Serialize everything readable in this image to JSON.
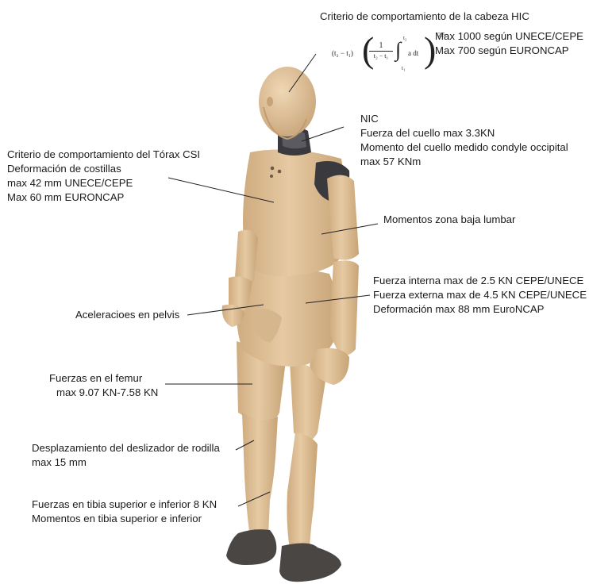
{
  "colors": {
    "skin": "#e2c49d",
    "skin_shadow": "#c9a57a",
    "skin_light": "#ecd4b2",
    "joint_dark": "#3a3a3e",
    "shoe": "#4a4644",
    "line": "#222222",
    "text": "#1a1a1a"
  },
  "labels": {
    "head": {
      "title": "Criterio de comportamiento de la cabeza HIC",
      "line1": "Max 1000 según UNECE/CEPE",
      "line2": "Max 700 según EURONCAP"
    },
    "formula": {
      "prefix": "(t₂ − t₁)",
      "numerator": "1",
      "denominator": "t₂ − t₁",
      "integral": "∫",
      "upper": "t₂",
      "lower": "t₁",
      "integrand": "a dt",
      "exponent": "2.5"
    },
    "neck": {
      "line1": "NIC",
      "line2": "Fuerza del cuello max 3.3KN",
      "line3": "Momento del cuello medido condyle occipital",
      "line4": "max 57 KNm"
    },
    "thorax": {
      "line1": "Criterio de comportamiento del Tórax CSI",
      "line2": "Deformación de costillas",
      "line3": "max 42 mm UNECE/CEPE",
      "line4": "Max 60 mm EURONCAP"
    },
    "lumbar": {
      "line1": "Momentos zona baja lumbar"
    },
    "abdomen": {
      "line1": "Fuerza interna max de 2.5 KN  CEPE/UNECE",
      "line2": "Fuerza externa max de 4.5 KN  CEPE/UNECE",
      "line3": "Deformación max 88 mm EuroNCAP"
    },
    "pelvis": {
      "line1": "Aceleracioes en pelvis"
    },
    "femur": {
      "line1": "Fuerzas en el femur",
      "line2": "max 9.07 KN-7.58 KN"
    },
    "knee": {
      "line1": "Desplazamiento del deslizador de rodilla",
      "line2": "max 15 mm"
    },
    "tibia": {
      "line1": "Fuerzas en tibia superior e inferior 8 KN",
      "line2": "Momentos en tibia superior e inferior"
    }
  }
}
